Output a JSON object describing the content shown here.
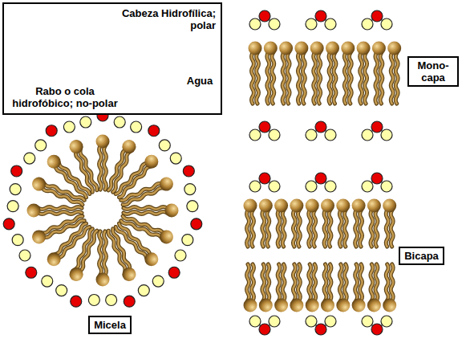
{
  "diagram": {
    "nodes": [
      {
        "text": [
          "Cabeza Hidrofílica; polar",
          "Rabo o cola hidrofóbico; no-polar",
          "Agua"
        ]
      },
      {
        "text": [
          "Mono-capa"
        ]
      },
      {
        "text": [
          "Micela"
        ]
      },
      {
        "text": [
          "Bicapa"
        ]
      }
    ]
  }
}
